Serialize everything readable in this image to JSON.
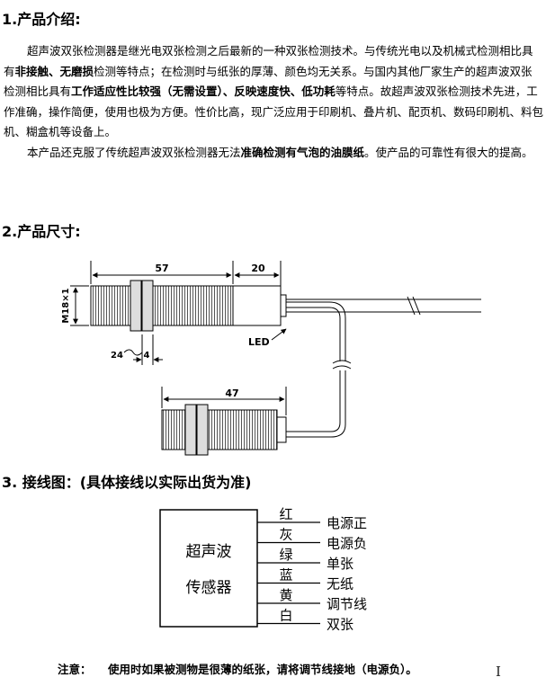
{
  "section1": {
    "heading": "1.产品介绍:",
    "p1": [
      {
        "t": "超声波双张检测器是继光电双张检测之后最新的一种双张检测技术。与传统光电以及机械式检测相比具有",
        "b": false
      },
      {
        "t": "非接触、无磨损",
        "b": true
      },
      {
        "t": "检测等特点；在检测时与纸张的厚薄、颜色均无关系。与国内其他厂家生产的超声波双张检测相比具有",
        "b": false
      },
      {
        "t": "工作适应性比较强（无需设置）、反映速度快、低功耗",
        "b": true
      },
      {
        "t": "等特点。故超声波双张检测技术先进，工作准确，操作简便，使用也极为方便。性价比高，现广泛应用于印刷机、叠片机、配页机、数码印刷机、料包机、糊盒机等设备上。",
        "b": false
      }
    ],
    "p2": [
      {
        "t": "本产品还克服了传统超声波双张检测器无法",
        "b": false
      },
      {
        "t": "准确检测有气泡的油膜纸",
        "b": true
      },
      {
        "t": "。使产品的可靠性有很大的提高。",
        "b": false
      }
    ]
  },
  "section2": {
    "heading": "2.产品尺寸:",
    "dims": {
      "length_top": "57",
      "length_cable": "20",
      "thread": "M18×1",
      "nut": "24",
      "nut_thick": "4",
      "length_bottom": "47",
      "led": "LED"
    }
  },
  "section3": {
    "heading": "3. 接线图：(具体接线以实际出货为准)",
    "sensor_label_1": "超声波",
    "sensor_label_2": "传感器",
    "wires": [
      {
        "color": "红",
        "fn": "电源正"
      },
      {
        "color": "灰",
        "fn": "电源负"
      },
      {
        "color": "绿",
        "fn": "单张"
      },
      {
        "color": "蓝",
        "fn": "无纸"
      },
      {
        "color": "黄",
        "fn": "调节线"
      },
      {
        "color": "白",
        "fn": "双张"
      }
    ]
  },
  "note": {
    "label": "注意：",
    "text": "使用时如果被测物是很薄的纸张，请将调节线接地（电源负）。"
  }
}
